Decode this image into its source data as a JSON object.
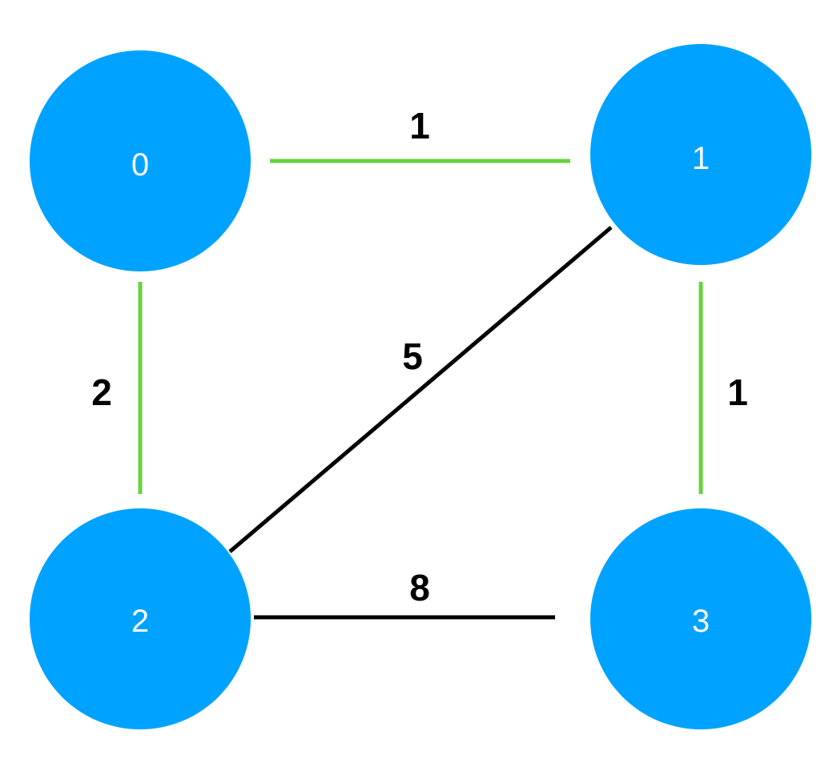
{
  "graph": {
    "colors": {
      "node": "#00A2FF",
      "node_text": "#FFFFFF",
      "highlighted_edge": "#66D33C",
      "normal_edge": "#000000",
      "weight_text": "#000000"
    },
    "nodes": [
      {
        "id": "0",
        "label": "0"
      },
      {
        "id": "1",
        "label": "1"
      },
      {
        "id": "2",
        "label": "2"
      },
      {
        "id": "3",
        "label": "3"
      }
    ],
    "edges": [
      {
        "from": "0",
        "to": "1",
        "weight": "1",
        "highlighted": true
      },
      {
        "from": "0",
        "to": "2",
        "weight": "2",
        "highlighted": true
      },
      {
        "from": "1",
        "to": "3",
        "weight": "1",
        "highlighted": true
      },
      {
        "from": "1",
        "to": "2",
        "weight": "5",
        "highlighted": false
      },
      {
        "from": "2",
        "to": "3",
        "weight": "8",
        "highlighted": false
      }
    ]
  }
}
